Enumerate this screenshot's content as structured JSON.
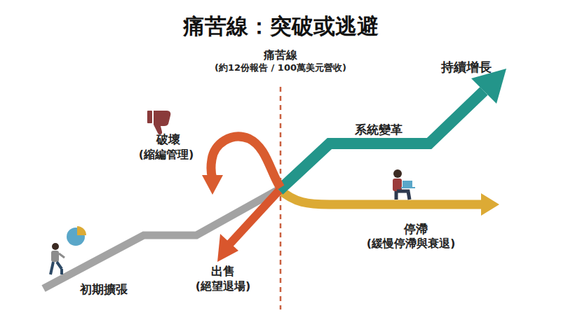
{
  "diagram": {
    "title": "痛苦線：突破或逃避",
    "labels": [
      "痛苦線",
      "(約12份報告 / 100萬美元營收)",
      "持續增長",
      "系統變革",
      "破壞",
      "(縮編管理)",
      "停滯",
      "(緩慢停滯與衰退)",
      "出售",
      "(絕望退場)",
      "初期擴張"
    ]
  }
}
